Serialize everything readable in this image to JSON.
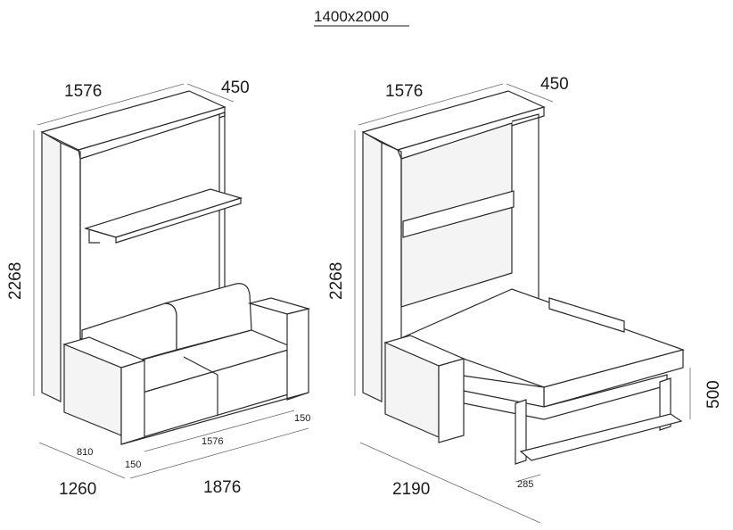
{
  "title": "1400x2000",
  "left_view": {
    "width_top": "1576",
    "depth_top": "450",
    "height": "2268",
    "sofa_depth": "810",
    "side_depth": "1260",
    "total_width": "1876",
    "sofa_width": "1576",
    "arm_left": "150",
    "arm_right": "150"
  },
  "right_view": {
    "width_top": "1576",
    "depth_top": "450",
    "height": "2268",
    "bed_height": "500",
    "total_depth": "2190",
    "leg_offset": "285"
  }
}
